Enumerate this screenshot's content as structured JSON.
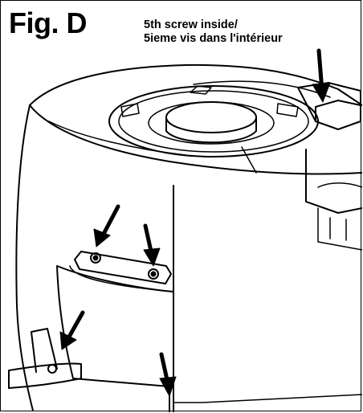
{
  "figure": {
    "label": "Fig. D"
  },
  "callout": {
    "line1": "5th screw inside/",
    "line2": "5ieme vis dans l'intérieur"
  },
  "colors": {
    "ink": "#000000",
    "paper": "#ffffff",
    "shade": "#e8e8e8"
  },
  "arrows": {
    "count": 5,
    "icon": "arrow-icon"
  }
}
